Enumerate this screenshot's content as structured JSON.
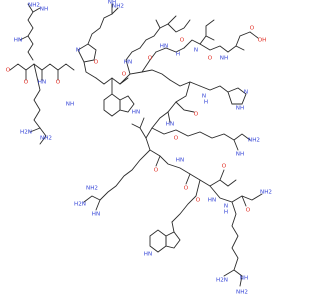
{
  "molecule": {
    "colors": {
      "bond": "#2b2b2b",
      "N": "#2f3fd6",
      "O": "#e0281e",
      "H": "#2b2b2b",
      "background": "#ffffff"
    },
    "atom_labels": [
      {
        "text": "NH2",
        "element": "N"
      },
      {
        "text": "NH",
        "element": "N"
      },
      {
        "text": "HN",
        "element": "N"
      },
      {
        "text": "O",
        "element": "O"
      },
      {
        "text": "OH",
        "element": "O"
      },
      {
        "text": "H2N",
        "element": "N"
      },
      {
        "text": "N",
        "element": "N"
      },
      {
        "text": "H",
        "element": "H"
      }
    ]
  }
}
